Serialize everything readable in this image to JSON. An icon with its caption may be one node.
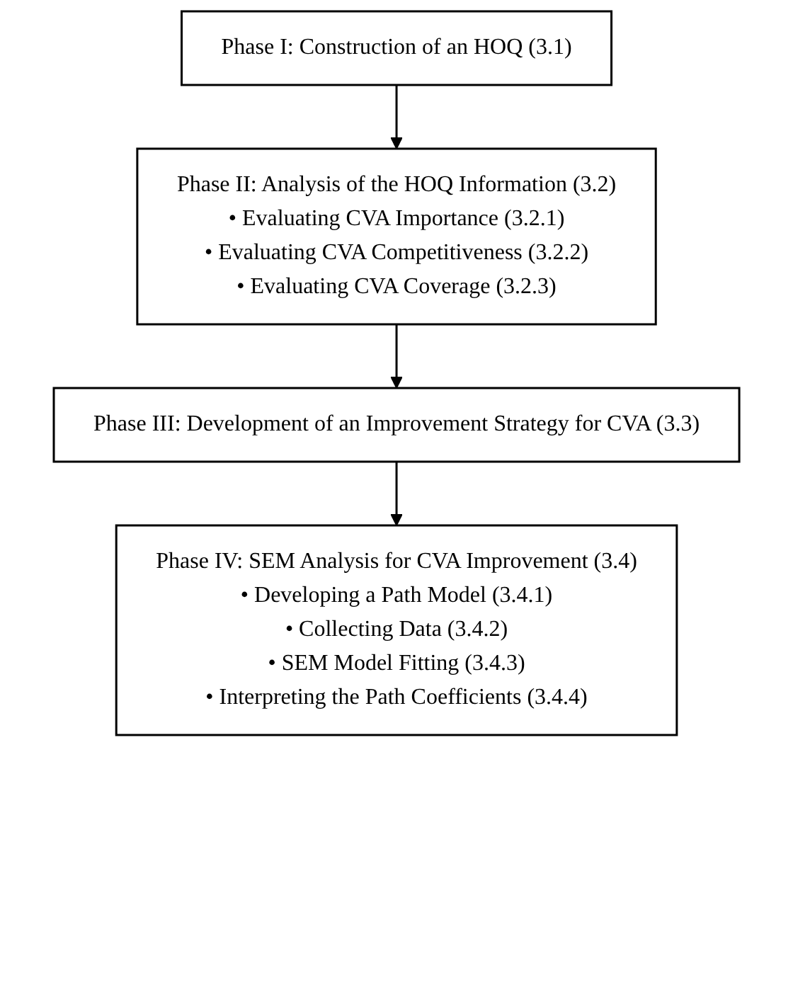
{
  "diagram": {
    "nodes": [
      {
        "text": [
          "Phase I: Construction of an HOQ (3.1)"
        ]
      },
      {
        "text": [
          "Phase II: Analysis of the HOQ Information (3.2)",
          "• Evaluating CVA Importance (3.2.1)",
          "• Evaluating CVA Competitiveness (3.2.2)",
          "• Evaluating CVA Coverage (3.2.3)"
        ]
      },
      {
        "text": [
          "Phase III: Development of an Improvement Strategy for CVA (3.3)"
        ]
      },
      {
        "text": [
          "Phase IV: SEM Analysis for CVA Improvement (3.4)",
          "• Developing a Path Model (3.4.1)",
          "• Collecting Data (3.4.2)",
          "• SEM Model Fitting (3.4.3)",
          "• Interpreting the Path Coefficients (3.4.4)"
        ]
      }
    ],
    "edges": [
      {
        "from": 0,
        "to": 1,
        "arrow": "to"
      },
      {
        "from": 1,
        "to": 2,
        "arrow": "to"
      },
      {
        "from": 2,
        "to": 3,
        "arrow": "to"
      }
    ]
  }
}
